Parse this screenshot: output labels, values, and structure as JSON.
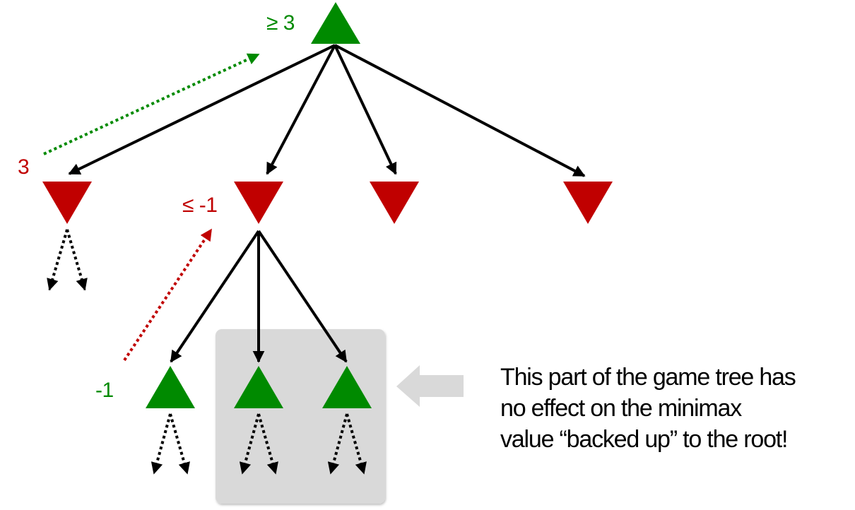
{
  "colors": {
    "max_node": "#008a00",
    "min_node": "#c00000",
    "edge": "#000000",
    "pruned_box": "#d9d9d9",
    "callout_arrow": "#d9d9d9",
    "max_label": "#008a00",
    "min_label": "#c00000"
  },
  "labels": {
    "root_bound": "≥ 3",
    "min1_value": "3",
    "min2_bound": "≤ -1",
    "leaf_value": "-1"
  },
  "nodes": [
    {
      "id": "root",
      "type": "max"
    },
    {
      "id": "min1",
      "type": "min",
      "parent": "root"
    },
    {
      "id": "min2",
      "type": "min",
      "parent": "root"
    },
    {
      "id": "min3",
      "type": "min",
      "parent": "root"
    },
    {
      "id": "min4",
      "type": "min",
      "parent": "root"
    },
    {
      "id": "max1",
      "type": "max",
      "parent": "min2"
    },
    {
      "id": "max2",
      "type": "max",
      "parent": "min2",
      "pruned": true
    },
    {
      "id": "max3",
      "type": "max",
      "parent": "min2",
      "pruned": true
    }
  ],
  "note": {
    "lines": [
      "This part of the game tree has",
      "no effect on the minimax",
      "value “backed up” to the root!"
    ]
  }
}
